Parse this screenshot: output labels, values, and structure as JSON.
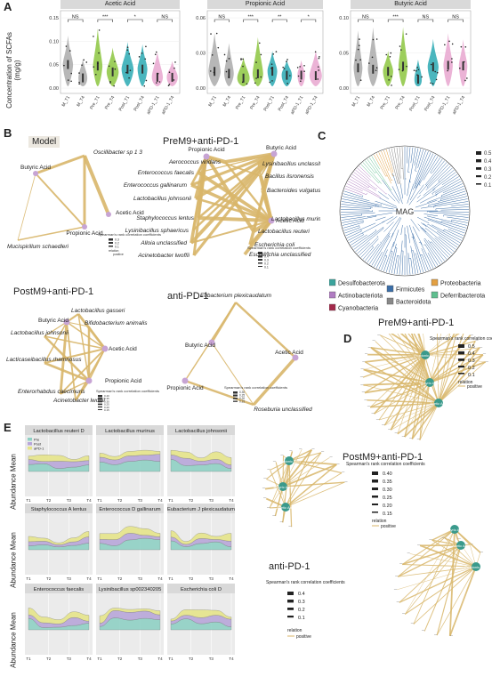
{
  "panel_a": {
    "letter": "A",
    "ylabel": "Concentration of SCFAs (mg/g)",
    "facets": [
      {
        "title": "Acetic Acid",
        "yticks": [
          "0.00",
          "0.05",
          "0.10",
          "0.15"
        ],
        "sig": [
          "NS",
          "***",
          "*",
          "NS"
        ]
      },
      {
        "title": "Propionic Acid",
        "yticks": [
          "0.00",
          "0.03",
          "0.06"
        ],
        "sig": [
          "NS",
          "***",
          "**",
          "*"
        ]
      },
      {
        "title": "Butyric Acid",
        "yticks": [
          "0.00",
          "0.05",
          "0.10"
        ],
        "sig": [
          "NS",
          "***",
          "NS",
          "NS"
        ]
      }
    ],
    "groups": [
      "M_T1",
      "M_T4",
      "Pre_T1",
      "Pre_T4",
      "Post_T1",
      "Post_T4",
      "aPD-1_T1",
      "aPD-1_T4"
    ],
    "colors": [
      "#aaaaaa",
      "#aaaaaa",
      "#8cc63f",
      "#8cc63f",
      "#2aa9b3",
      "#2aa9b3",
      "#e8a6cf",
      "#e8a6cf"
    ]
  },
  "panel_b": {
    "letter": "B",
    "model": {
      "title": "Model",
      "nodes": [
        "Oscillibacter sp 1 3",
        "Butyric Acid",
        "Acetic Acid",
        "Mucispirillum schaedleri",
        "Propionic Acid"
      ],
      "legend_title": "Spearman's rank correlation coefficients",
      "legend_values": [
        "0.3",
        "0.2",
        "0.1"
      ],
      "relation": "relation",
      "positive": "positive"
    },
    "pre": {
      "title": "PreM9+anti-PD-1",
      "nodes": [
        "Propionic Acid",
        "Butyric Acid",
        "Aerococcus viridans",
        "Lysinibacillus unclassified",
        "Enterococcus faecalis",
        "Bacillus ilsronensis",
        "Enterococcus gallinarum",
        "Bacteroides vulgatus",
        "Lactobacillus johnsonii",
        "Acetic Acid",
        "Lactobacillus murinus",
        "Staphylococcus lentus",
        "Lactobacillus reuteri",
        "Lysinibacillus sphaericus",
        "Escherichia coli",
        "Alloia unclassified",
        "Escherichia unclassified",
        "Acinetobacter lwoffii"
      ],
      "legend_title": "Spearman's rank correlation coefficients",
      "legend_values": [
        "0.5",
        "0.4",
        "0.3",
        "0.2",
        "0.1"
      ]
    },
    "post": {
      "title": "PostM9+anti-PD-1",
      "nodes": [
        "Butyric Acid",
        "Lactobacillus gasseri",
        "Bifidobacterium animalis",
        "Lactobacillus johnsonii",
        "Acetic Acid",
        "Lacticaseibacillus rhamnosus",
        "Propionic Acid",
        "Enterorhabdus caecimuris",
        "Acinetobacter lwoffii"
      ],
      "legend_title": "Spearman's rank correlation coefficients",
      "legend_values": [
        "0.40",
        "0.35",
        "0.30",
        "0.25",
        "0.20",
        "0.15"
      ]
    },
    "anti": {
      "title": "anti-PD-1",
      "nodes": [
        "Eubacterium plexicaudatum",
        "Butyric Acid",
        "Acetic Acid",
        "Propionic Acid",
        "Roseburia unclassified"
      ],
      "legend_title": "Spearman's rank correlation coefficients",
      "legend_values": [
        "0.30",
        "0.25",
        "0.20",
        "0.15"
      ]
    }
  },
  "panel_c": {
    "letter": "C",
    "center_label": "MAG",
    "legend": [
      {
        "name": "Desulfobacterota",
        "color": "#3aa39c"
      },
      {
        "name": "Firmicutes",
        "color": "#3b6ea8"
      },
      {
        "name": "Proteobacteria",
        "color": "#e3a042"
      },
      {
        "name": "Actinobacteriota",
        "color": "#b07cc2"
      },
      {
        "name": "Bacteroidota",
        "color": "#888888"
      },
      {
        "name": "Deferribacterota",
        "color": "#5fbf8f"
      },
      {
        "name": "Cyanobacteria",
        "color": "#a3284a"
      }
    ]
  },
  "panel_d": {
    "letter": "D",
    "pre": {
      "title": "PreM9+anti-PD-1",
      "legend_title": "Spearman's rank correlation coefficients",
      "legend_values": [
        "0.5",
        "0.4",
        "0.3",
        "0.2",
        "0.1"
      ],
      "relation": "relation",
      "positive": "positive",
      "hubs": [
        "Propionic Acid",
        "Butyric Acid",
        "Acetic Acid"
      ]
    },
    "post": {
      "title": "PostM9+anti-PD-1",
      "legend_title": "Spearman's rank correlation coefficients",
      "legend_values": [
        "0.40",
        "0.35",
        "0.30",
        "0.25",
        "0.20",
        "0.15"
      ],
      "relation": "relation",
      "positive": "positive",
      "hubs": [
        "Propionic Acid",
        "Butyric Acid",
        "Acetic Acid"
      ]
    },
    "anti": {
      "title": "anti-PD-1",
      "legend_title": "Spearman's rank correlation coefficients",
      "legend_values": [
        "0.4",
        "0.3",
        "0.2",
        "0.1"
      ],
      "relation": "relation",
      "positive": "positive",
      "hubs": [
        "Butyric Acid",
        "Acetic Acid",
        "Propionic Acid"
      ]
    }
  },
  "panel_e": {
    "letter": "E",
    "ylabel": "Abundance Mean",
    "legend": [
      "Pre",
      "Post",
      "aPD-1"
    ],
    "xticks": [
      "T1",
      "T2",
      "T3",
      "T4"
    ],
    "facets": [
      "Lactobacillus reuteri D",
      "Lactobacillus murinus",
      "Lactobacillus johnsonii",
      "Staphylococcus A lentus",
      "Enterococcus D gallinarum",
      "Eubacterium J plexicaudatum",
      "Enterococcus faecalis",
      "Lysinibacillus sp002340205",
      "Escherichia coli D"
    ]
  }
}
